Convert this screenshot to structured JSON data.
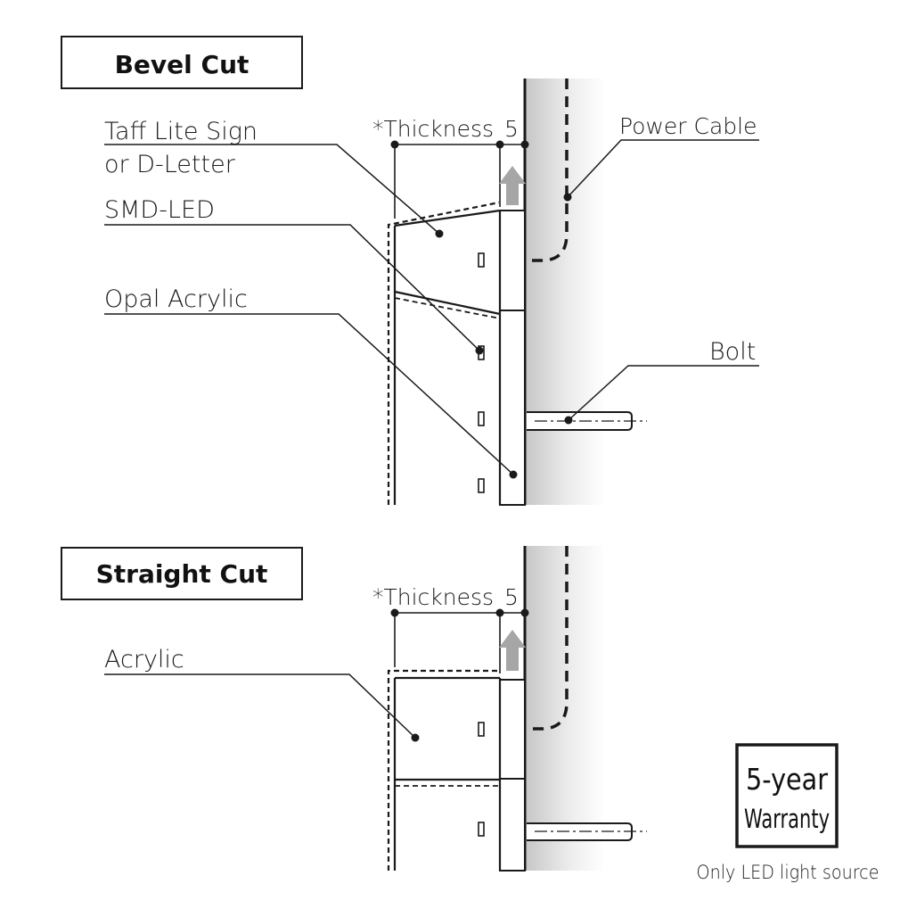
{
  "bevel": {
    "title": "Bevel Cut",
    "thickness_label": "*Thickness",
    "gap_value": "5",
    "labels": {
      "sign_line1": "Taff Lite Sign",
      "sign_line2": "or D-Letter",
      "smd_led": "SMD-LED",
      "opal_acrylic": "Opal Acrylic",
      "power_cable": "Power Cable",
      "bolt": "Bolt"
    }
  },
  "straight": {
    "title": "Straight Cut",
    "thickness_label": "*Thickness",
    "gap_value": "5",
    "labels": {
      "acrylic": "Acrylic"
    }
  },
  "warranty": {
    "line1": "5-year",
    "line2": "Warranty",
    "note": "Only LED light source"
  },
  "colors": {
    "line": "#1a1a1a",
    "arrow": "#a6a6a6",
    "wall_dark": "#c8c8c8"
  }
}
